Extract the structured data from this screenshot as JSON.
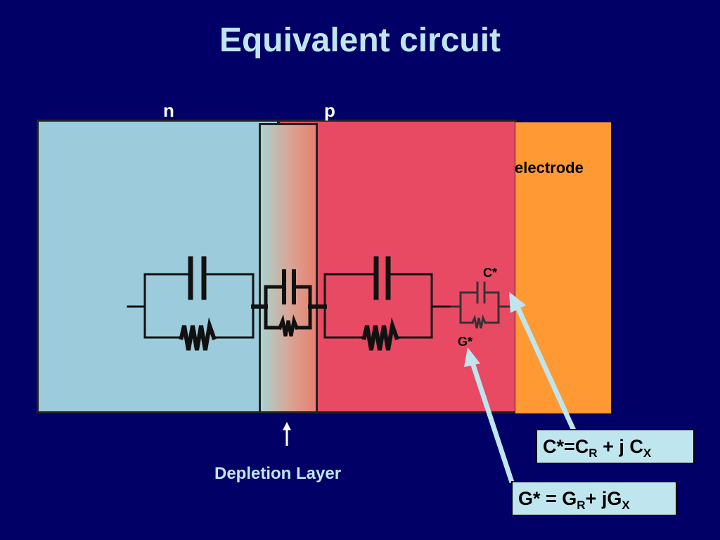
{
  "title": "Equivalent circuit",
  "regions": {
    "n_label": "n",
    "p_label": "p",
    "electrode_label": "electrode"
  },
  "circuit": {
    "c_star_label": "C*",
    "g_star_label": "G*"
  },
  "depletion_label": "Depletion Layer",
  "formulas": {
    "c_prefix": "C*=C",
    "c_sub1": "R",
    "c_mid": " + j C",
    "c_sub2": "X",
    "g_prefix": "G* = G",
    "g_sub1": "R",
    "g_mid": "+ jG",
    "g_sub2": "X"
  },
  "colors": {
    "background": "#000066",
    "n_region": "#9ccbdc",
    "p_region": "#e84a64",
    "electrode": "#ff9933",
    "text_light": "#bfe6ef",
    "arrow": "#bfe6ef"
  }
}
